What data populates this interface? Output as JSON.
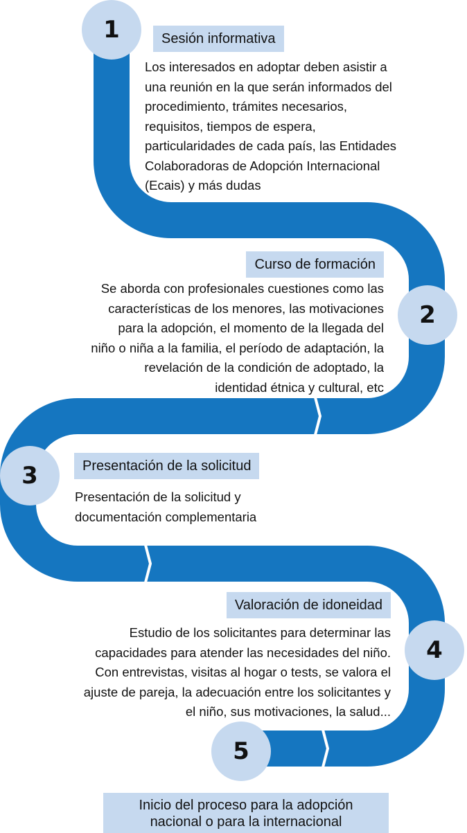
{
  "colors": {
    "road": "#1576c0",
    "badge": "#c6d9ef",
    "text": "#111111"
  },
  "steps": [
    {
      "number": "1",
      "title": "Sesión informativa",
      "lines": [
        "Los interesados en adoptar deben asistir a",
        "una reunión en la que serán informados del",
        "procedimiento, trámites necesarios,",
        "requisitos, tiempos de espera,",
        "particularidades de cada país, las Entidades",
        "Colaboradoras de Adopción Internacional",
        "(Ecais) y más dudas"
      ]
    },
    {
      "number": "2",
      "title": "Curso de formación",
      "lines": [
        "Se aborda con profesionales cuestiones como las",
        "características de los menores, las motivaciones",
        "para la adopción, el momento de la llegada del",
        "niño o niña a la familia, el período de adaptación, la",
        "revelación de la condición de adoptado, la",
        "identidad étnica y cultural, etc"
      ]
    },
    {
      "number": "3",
      "title": "Presentación de la solicitud",
      "lines": [
        "Presentación de la solicitud y",
        "documentación complementaria"
      ]
    },
    {
      "number": "4",
      "title": "Valoración de idoneidad",
      "lines": [
        "Estudio de los solicitantes para determinar las",
        "capacidades para atender las necesidades del niño.",
        "Con entrevistas, visitas al hogar o tests, se valora el",
        "ajuste de pareja, la adecuación entre los solicitantes y",
        "el niño, sus motivaciones, la salud..."
      ]
    },
    {
      "number": "5",
      "final_lines": [
        "Inicio del proceso para la adopción",
        "nacional o para la internacional"
      ]
    }
  ]
}
